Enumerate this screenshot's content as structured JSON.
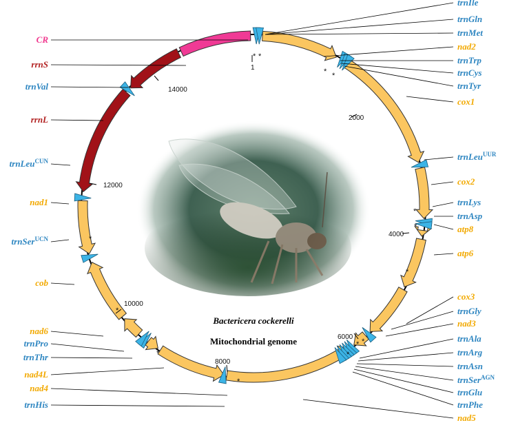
{
  "colors": {
    "orange": "#F2A900",
    "blue": "#2E86C1",
    "red": "#B22222",
    "pink": "#F0388E",
    "protein_fill": "#FBC660",
    "rrna_fill": "#A11218",
    "cr_fill": "#F03A95",
    "trna_fill": "#3CB4E6"
  },
  "center": {
    "species": "Bactericera cockerelli",
    "subtitle": "Mitochondrial genome",
    "photo": "psyllid-photo"
  },
  "scale_labels": [
    "1",
    "2000",
    "4000",
    "6000",
    "8000",
    "10000",
    "12000",
    "14000"
  ],
  "star_mark": "*",
  "labels_right": [
    {
      "text": "trnIle",
      "sup": "",
      "color": "blue"
    },
    {
      "text": "trnGln",
      "sup": "",
      "color": "blue"
    },
    {
      "text": "trnMet",
      "sup": "",
      "color": "blue"
    },
    {
      "text": "nad2",
      "sup": "",
      "color": "orange"
    },
    {
      "text": "trnTrp",
      "sup": "",
      "color": "blue"
    },
    {
      "text": "trnCys",
      "sup": "",
      "color": "blue"
    },
    {
      "text": "trnTyr",
      "sup": "",
      "color": "blue"
    },
    {
      "text": "cox1",
      "sup": "",
      "color": "orange"
    },
    {
      "text": "trnLeu",
      "sup": "UUR",
      "color": "blue"
    },
    {
      "text": "cox2",
      "sup": "",
      "color": "orange"
    },
    {
      "text": "trnLys",
      "sup": "",
      "color": "blue"
    },
    {
      "text": "trnAsp",
      "sup": "",
      "color": "blue"
    },
    {
      "text": "atp8",
      "sup": "",
      "color": "orange"
    },
    {
      "text": "atp6",
      "sup": "",
      "color": "orange"
    },
    {
      "text": "cox3",
      "sup": "",
      "color": "orange"
    },
    {
      "text": "trnGly",
      "sup": "",
      "color": "blue"
    },
    {
      "text": "nad3",
      "sup": "",
      "color": "orange"
    },
    {
      "text": "trnAla",
      "sup": "",
      "color": "blue"
    },
    {
      "text": "trnArg",
      "sup": "",
      "color": "blue"
    },
    {
      "text": "trnAsn",
      "sup": "",
      "color": "blue"
    },
    {
      "text": "trnSer",
      "sup": "AGN",
      "color": "blue"
    },
    {
      "text": "trnGlu",
      "sup": "",
      "color": "blue"
    },
    {
      "text": "trnPhe",
      "sup": "",
      "color": "blue"
    },
    {
      "text": "nad5",
      "sup": "",
      "color": "orange"
    }
  ],
  "labels_left": [
    {
      "text": "CR",
      "sup": "",
      "color": "pink"
    },
    {
      "text": "rrnS",
      "sup": "",
      "color": "red"
    },
    {
      "text": "trnVal",
      "sup": "",
      "color": "blue"
    },
    {
      "text": "rrnL",
      "sup": "",
      "color": "red"
    },
    {
      "text": "trnLeu",
      "sup": "CUN",
      "color": "blue"
    },
    {
      "text": "nad1",
      "sup": "",
      "color": "orange"
    },
    {
      "text": "trnSer",
      "sup": "UCN",
      "color": "blue"
    },
    {
      "text": "cob",
      "sup": "",
      "color": "orange"
    },
    {
      "text": "nad6",
      "sup": "",
      "color": "orange"
    },
    {
      "text": "trnPro",
      "sup": "",
      "color": "blue"
    },
    {
      "text": "trnThr",
      "sup": "",
      "color": "blue"
    },
    {
      "text": "nad4L",
      "sup": "",
      "color": "orange"
    },
    {
      "text": "nad4",
      "sup": "",
      "color": "orange"
    },
    {
      "text": "trnHis",
      "sup": "",
      "color": "blue"
    }
  ]
}
